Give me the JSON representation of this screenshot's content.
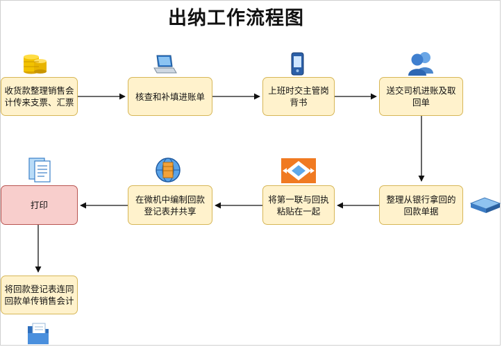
{
  "title": "出纳工作流程图",
  "nodes": {
    "n1": "收货款整理销售会计传来支票、汇票",
    "n2": "核查和补填进账单",
    "n3": "上班时交主管岗背书",
    "n4": "送交司机进账及取回单",
    "n5": "整理从银行拿回的回款单据",
    "n6": "将第一联与回执粘贴在一起",
    "n7": "在微机中编制回款登记表并共享",
    "n8": "打印",
    "n9": "将回款登记表连同回款单传销售会计"
  },
  "icons": [
    "coins-icon",
    "laptop-icon",
    "mobile-phone-icon",
    "users-icon",
    "server-icon",
    "network-router-icon",
    "database-globe-icon",
    "documents-icon",
    "folder-files-icon"
  ],
  "colors": {
    "node_fill": "#fff2cc",
    "node_border": "#d6b656",
    "print_fill": "#f8cecc",
    "print_border": "#b85450"
  }
}
